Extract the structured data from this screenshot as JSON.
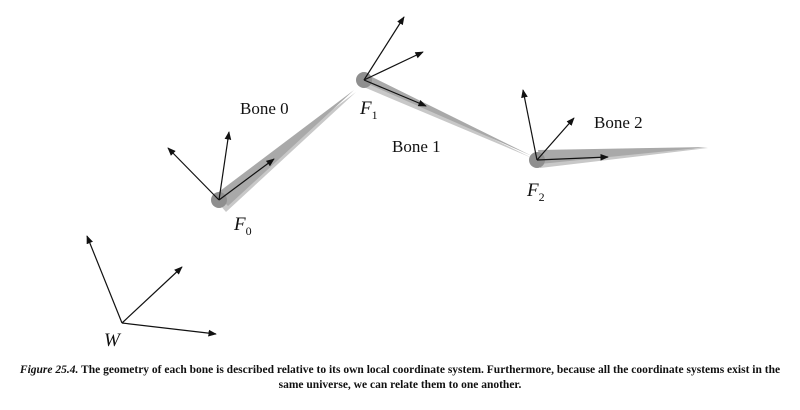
{
  "bones": [
    {
      "label": "Bone 0"
    },
    {
      "label": "Bone 1"
    },
    {
      "label": "Bone 2"
    }
  ],
  "frames": [
    {
      "letter": "F",
      "subscript": "0"
    },
    {
      "letter": "F",
      "subscript": "1"
    },
    {
      "letter": "F",
      "subscript": "2"
    },
    {
      "letter": "W",
      "subscript": ""
    }
  ],
  "caption": {
    "label": "Figure 25.4.",
    "text": " The geometry of each bone is described relative to its own local coordinate system. Furthermore, because all the coordinate systems exist in the same universe, we can relate them to one another."
  },
  "colors": {
    "bone_fill": "#a9a9a9",
    "bone_shadow": "#c8c8c8",
    "joint": "#8f8f8f",
    "arrow": "#111111"
  }
}
